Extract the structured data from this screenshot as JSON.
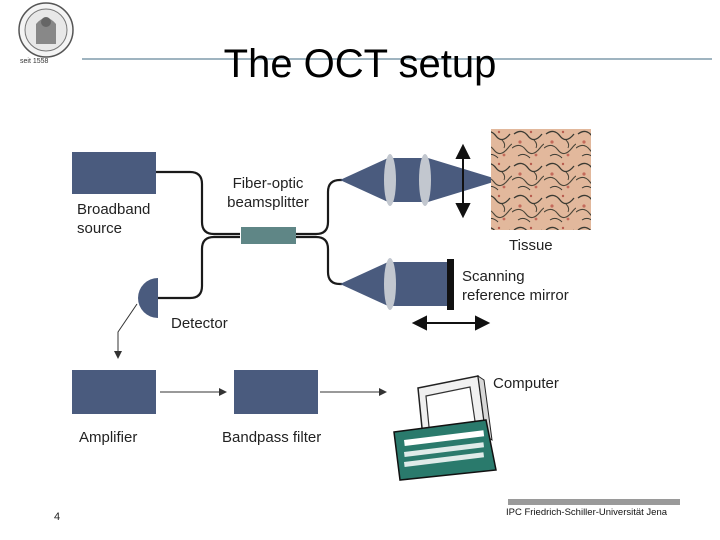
{
  "slide": {
    "title": "The OCT setup",
    "page_number": "4",
    "footer": "IPC Friedrich-Schiller-Universität Jena",
    "seal_text": "seit 1558"
  },
  "labels": {
    "source": [
      "Broadband",
      "source"
    ],
    "beamsplitter": [
      "Fiber-optic",
      "beamsplitter"
    ],
    "tissue": "Tissue",
    "mirror": [
      "Scanning",
      "reference mirror"
    ],
    "detector": "Detector",
    "computer": "Computer",
    "amplifier": "Amplifier",
    "bandpass": "Bandpass filter"
  },
  "colors": {
    "box": "#4a5b7e",
    "coupler": "#5f8686",
    "lens": "#c2c7cf",
    "tissue_bg": "#e2b89c",
    "accent_line": "#9fb4c0"
  }
}
